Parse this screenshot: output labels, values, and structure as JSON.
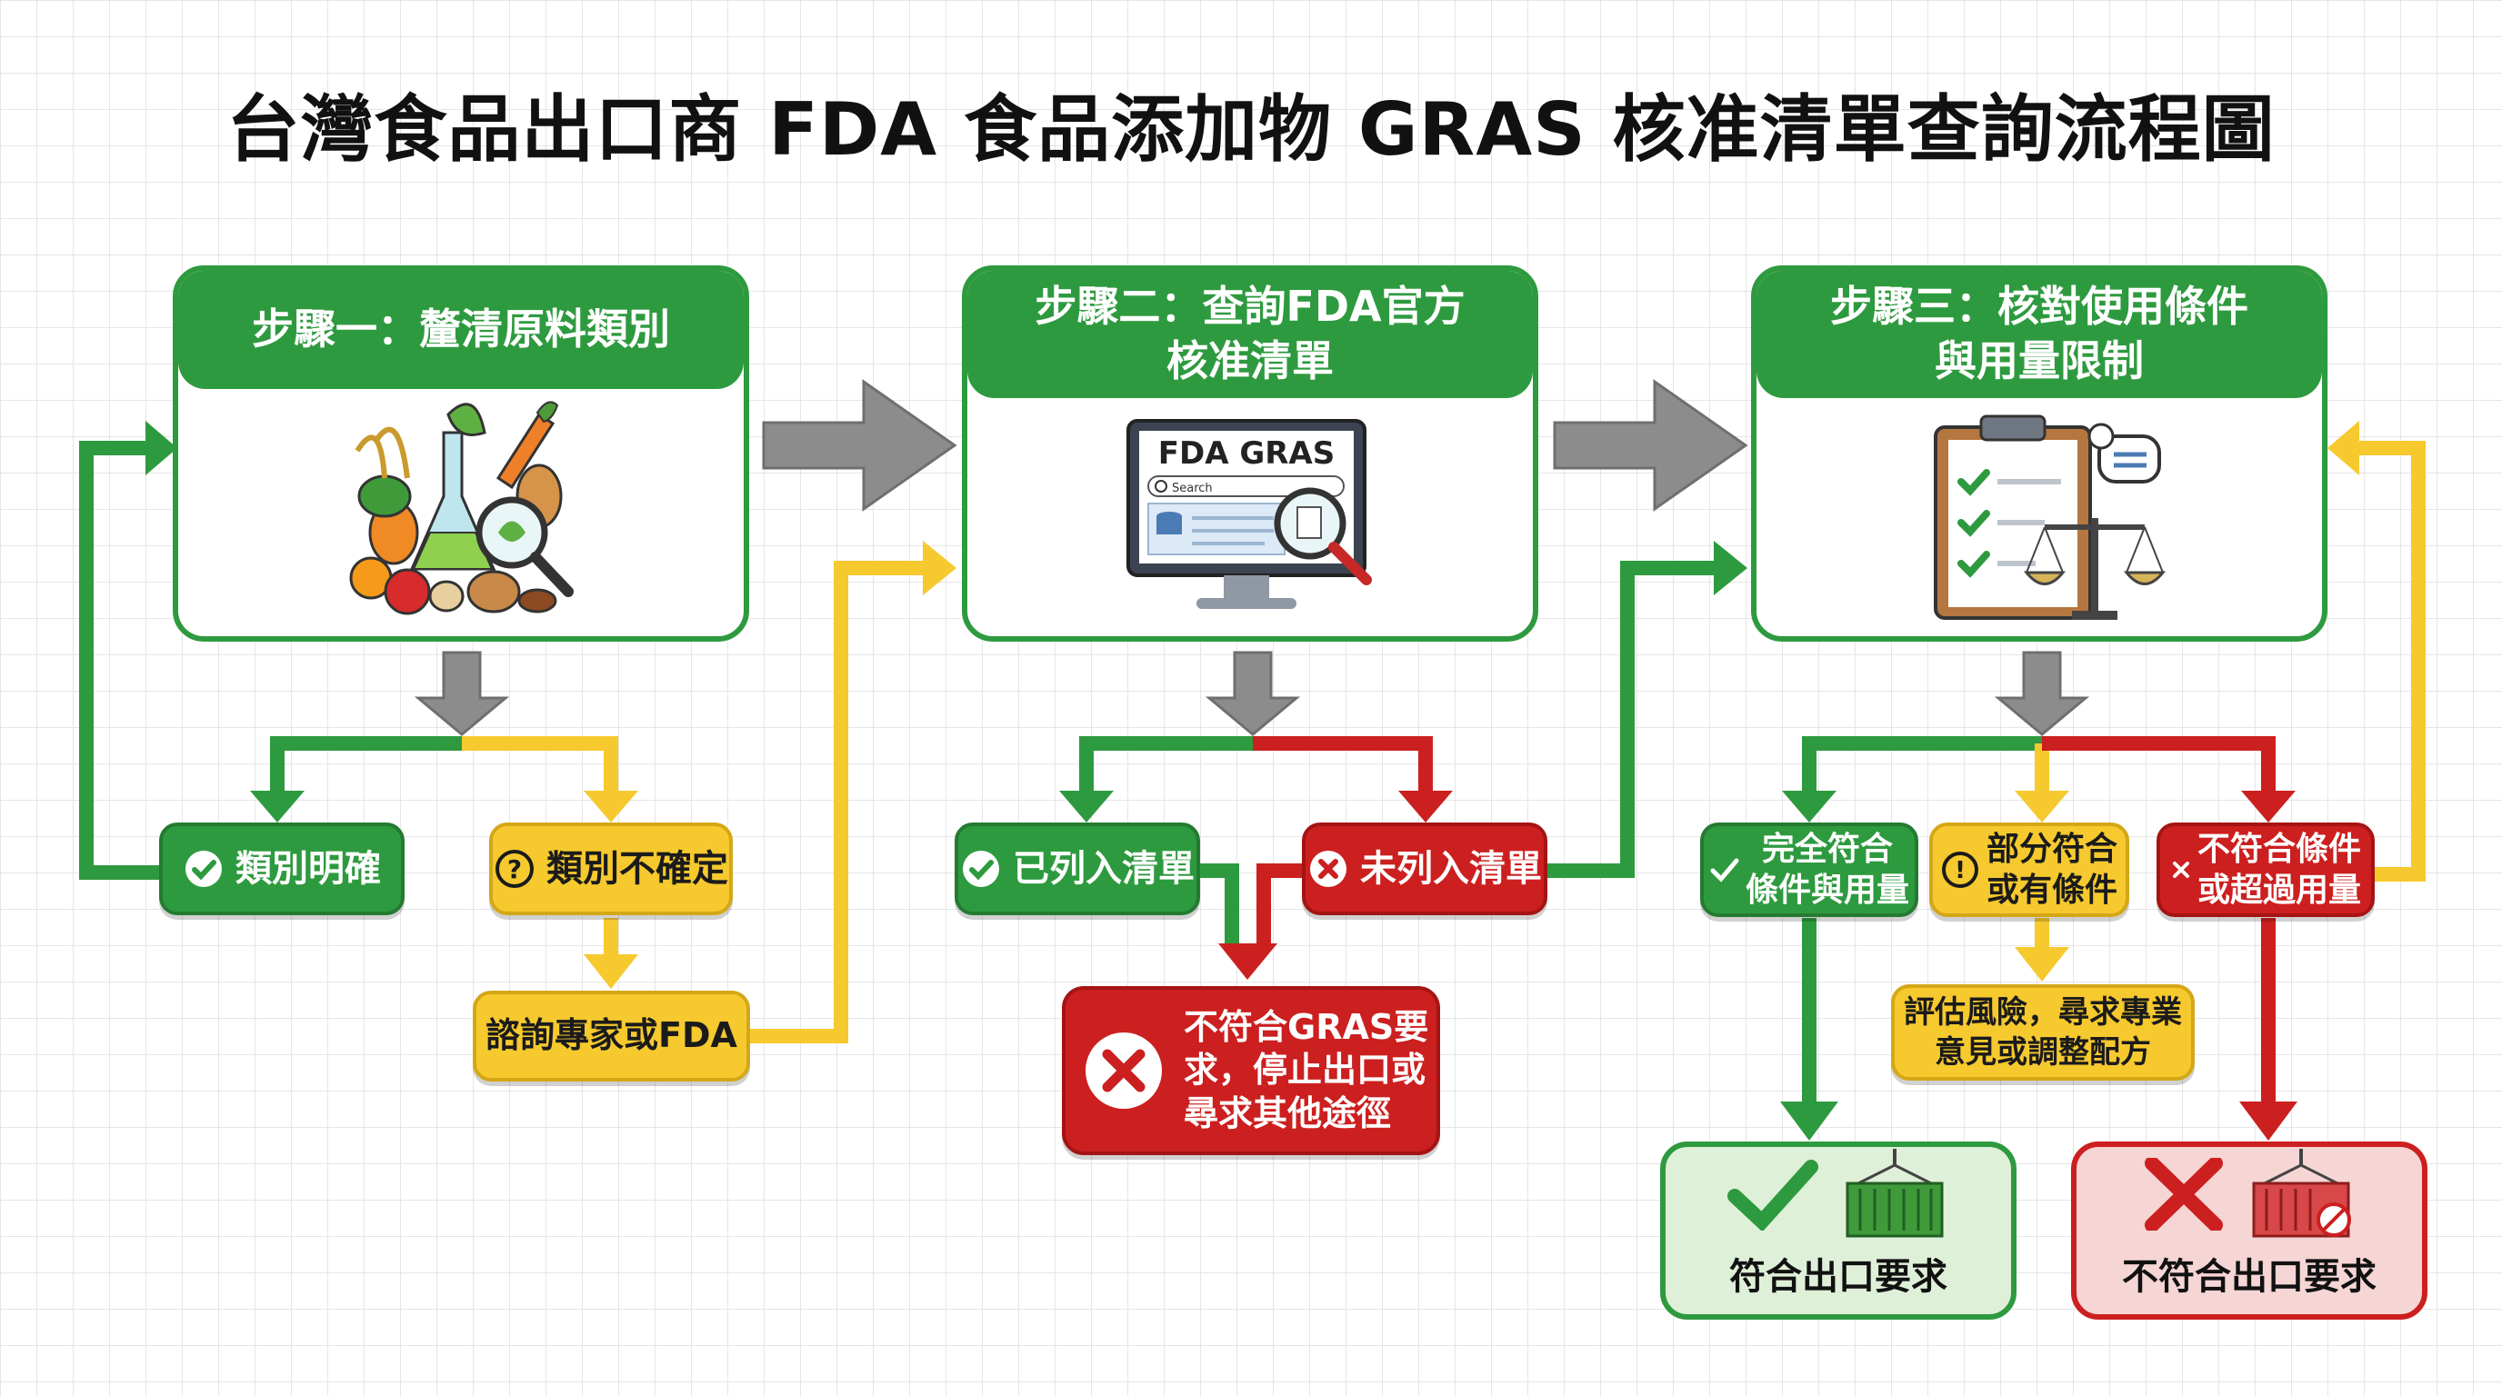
{
  "title": "台灣食品出口商 FDA 食品添加物 GRAS 核准清單查詢流程圖",
  "steps": [
    {
      "header": "步驟一：釐清原料類別"
    },
    {
      "header_line1": "步驟二：查詢FDA官方",
      "header_line2": "核准清單",
      "screen_title": "FDA GRAS",
      "search_label": "Search"
    },
    {
      "header_line1": "步驟三：核對使用條件",
      "header_line2": "與用量限制"
    }
  ],
  "step1": {
    "clear": "類別明確",
    "unsure": "類別不確定",
    "consult": "諮詢專家或FDA"
  },
  "step2": {
    "listed": "已列入清單",
    "not_listed": "未列入清單",
    "stop_line1": "不符合GRAS要",
    "stop_line2": "求，停止出口或",
    "stop_line3": "尋求其他途徑"
  },
  "step3": {
    "full_line1": "完全符合",
    "full_line2": "條件與用量",
    "partial_line1": "部分符合",
    "partial_line2": "或有條件",
    "fail_line1": "不符合條件",
    "fail_line2": "或超過用量",
    "assess_line1": "評估風險，尋求專業",
    "assess_line2": "意見或調整配方"
  },
  "results": {
    "pass": "符合出口要求",
    "fail": "不符合出口要求"
  },
  "colors": {
    "green": "#2e9a3f",
    "yellow": "#f6c92e",
    "red": "#cc1f1f",
    "gray": "#8c8c8c",
    "pass_bg": "#dff0d8",
    "fail_bg": "#f6d5d5"
  }
}
